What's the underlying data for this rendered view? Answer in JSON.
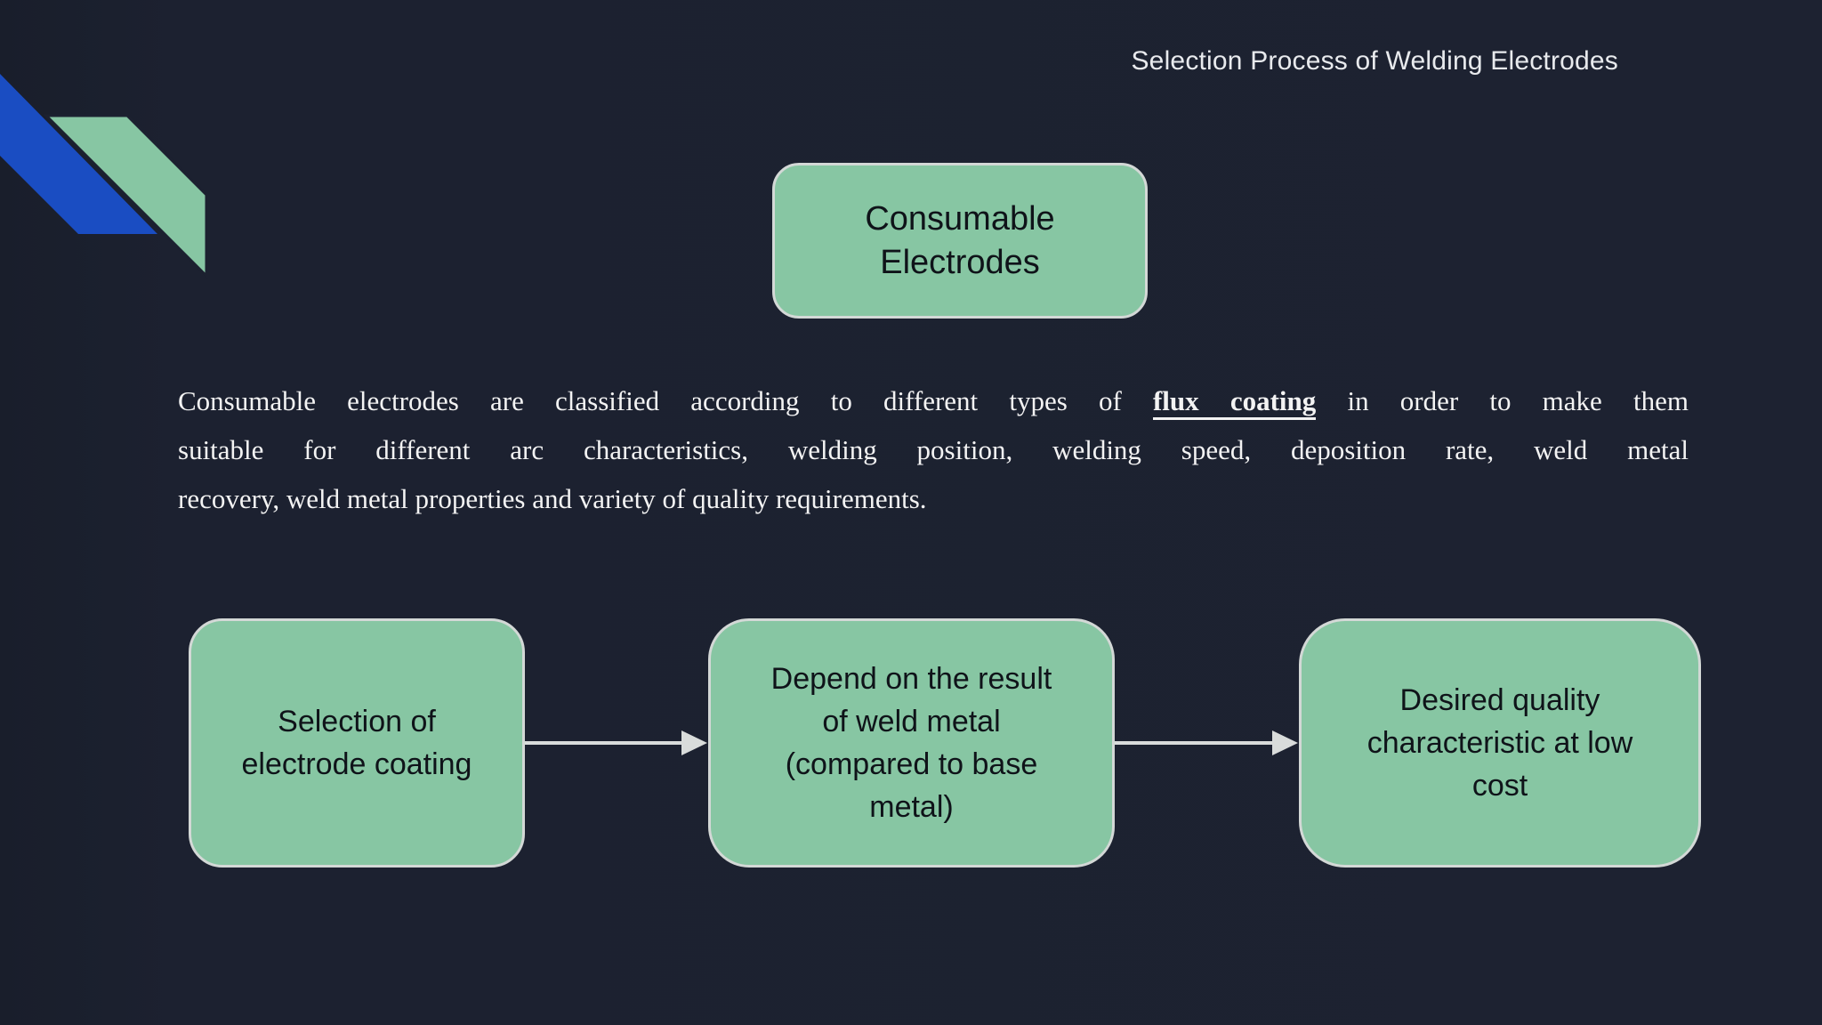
{
  "header": {
    "title": "Selection Process of Welding Electrodes"
  },
  "top_box": {
    "label": "Consumable\nElectrodes"
  },
  "paragraph": {
    "line1_before": "Consumable electrodes are classified according to different types of ",
    "line1_highlight": "flux coating",
    "line1_after": " in order to make them",
    "line2": "suitable for different arc characteristics, welding position, welding speed, deposition rate, weld metal",
    "line3": "recovery, weld metal properties and variety of quality requirements."
  },
  "flow": {
    "boxes": [
      {
        "label": "Selection of\nelectrode coating"
      },
      {
        "label": "Depend on the result\nof weld metal\n(compared to base\nmetal)"
      },
      {
        "label": "Desired quality\ncharacteristic at low\ncost"
      }
    ]
  },
  "colors": {
    "background": "#1C2130",
    "box_fill": "#87C6A3",
    "box_border": "#D3D8D6",
    "accent_blue": "#1A4DC2",
    "accent_green": "#87C6A3",
    "arrow": "#D9DCDB",
    "title_text": "#E8EAED",
    "body_text": "#F3F3F3",
    "box_text": "#0F1319"
  }
}
